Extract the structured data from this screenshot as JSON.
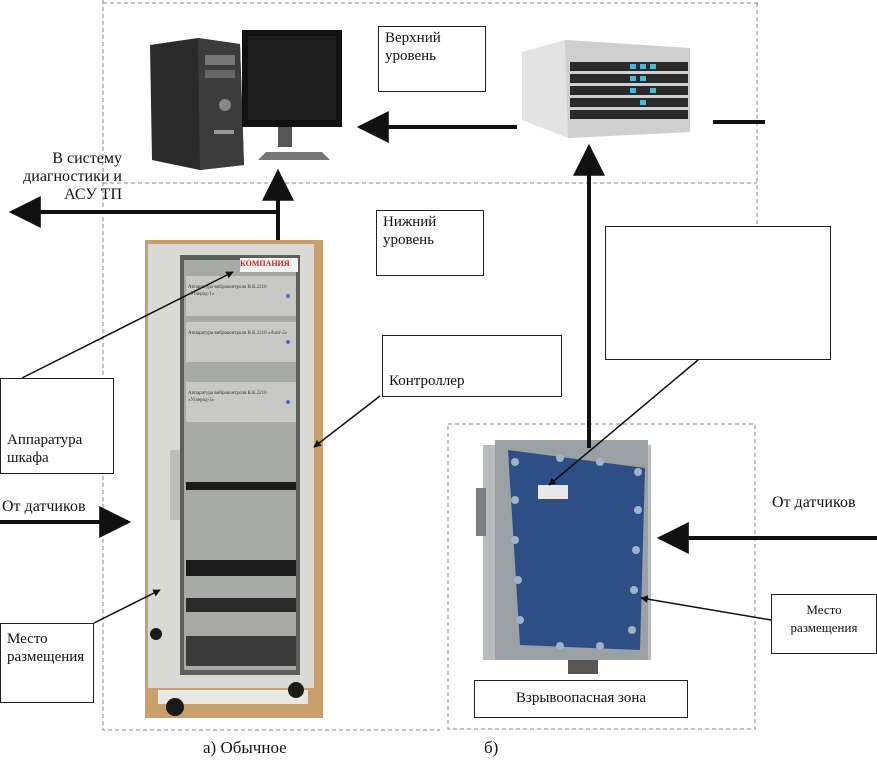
{
  "diagram": {
    "upper_level_label": "Верхний уровень",
    "lower_level_label": "Нижний уровень",
    "diagnostics_label": "В систему диагностики и АСУ ТП",
    "left_sensors_label": "От датчиков",
    "right_sensors_label": "От датчиков",
    "controller_label": "Контроллер",
    "right_controller_label": "",
    "left_cabinet_label": "Аппаратура шкафа",
    "left_place_label": "Место размещения",
    "right_place_label": "Место размещения",
    "explosion_zone_label": "Взрывоопасная зона",
    "rack_brand_text": "КОМПАНИЯ",
    "rack_module_1": "Аппаратура виброконтроля В.К.2210 «Углерод-1»",
    "rack_module_2": "Аппаратура виброконтроля В.К.2210 «Азот-2»",
    "rack_module_3": "Аппаратура виброконтроля В.К.2210 «Углерод-3»",
    "caption_a": "а) Обычное",
    "caption_b": "б)"
  },
  "colors": {
    "line": "#111111",
    "dash": "#8a8a8a",
    "panel_blue": "#2e4f86",
    "rack_frame": "#d9d9d6",
    "rack_glass": "#a7a9a5",
    "server": "#dcdcdc",
    "floor": "#c9a06b"
  },
  "icons": [
    "computer-icon",
    "monitor-icon",
    "server-icon",
    "rack-cabinet-icon",
    "junction-box-icon"
  ]
}
